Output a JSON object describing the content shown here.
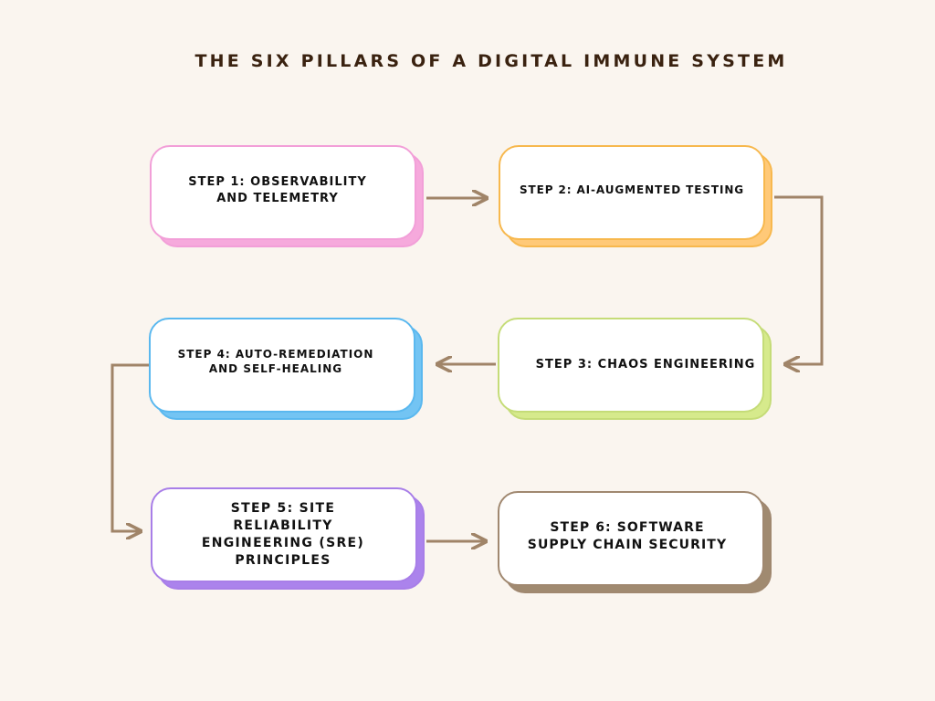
{
  "title": "THE SIX PILLARS OF A DIGITAL IMMUNE SYSTEM",
  "steps": [
    {
      "label": "STEP 1: OBSERVABILITY AND TELEMETRY",
      "color": "#f29fd8",
      "shadow": "#f6a9dc"
    },
    {
      "label": "STEP 2: AI-AUGMENTED TESTING",
      "color": "#f7b84e",
      "shadow": "#ffc978"
    },
    {
      "label": "STEP 3: CHAOS ENGINEERING",
      "color": "#c5dc78",
      "shadow": "#d6ea8c"
    },
    {
      "label": "STEP 4: AUTO-REMEDIATION AND SELF-HEALING",
      "color": "#5ab8ef",
      "shadow": "#73c4f3"
    },
    {
      "label": "STEP 5: SITE RELIABILITY ENGINEERING (SRE) PRINCIPLES",
      "color": "#a87ee8",
      "shadow": "#ab83ec"
    },
    {
      "label": "STEP 6: SOFTWARE SUPPLY CHAIN SECURITY",
      "color": "#a08870",
      "shadow": "#a08a70"
    }
  ],
  "connector_color": "#a08468"
}
